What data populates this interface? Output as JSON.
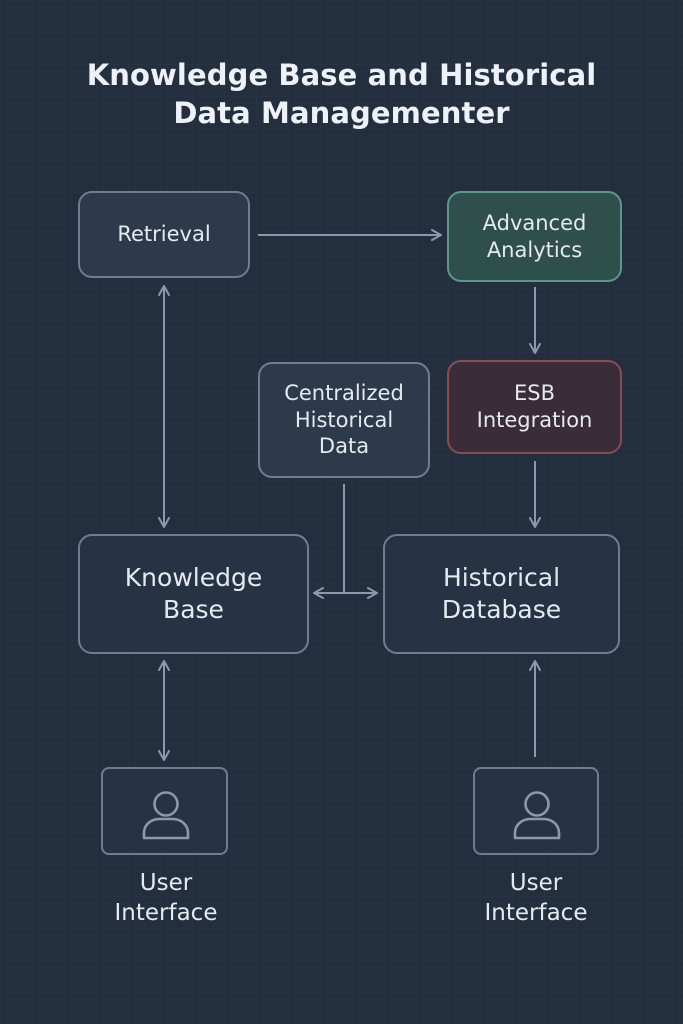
{
  "title": {
    "line1": "Knowledge Base and Historical",
    "line2": "Data Managementer"
  },
  "nodes": {
    "retrieval": {
      "lines": [
        "Retrieval"
      ]
    },
    "advanced_analytics": {
      "lines": [
        "Advanced",
        "Analytics"
      ]
    },
    "esb_integration": {
      "lines": [
        "ESB",
        "Integration"
      ]
    },
    "centralized_historical_data": {
      "lines": [
        "Centralized",
        "Historical",
        "Data"
      ]
    },
    "knowledge_base": {
      "lines": [
        "Knowledge",
        "Base"
      ]
    },
    "historical_database": {
      "lines": [
        "Historical",
        "Database"
      ]
    }
  },
  "user_interfaces": {
    "left": {
      "lines": [
        "User",
        "Interface"
      ],
      "icon": "user-icon"
    },
    "right": {
      "lines": [
        "User",
        "Interface"
      ],
      "icon": "user-icon"
    }
  },
  "colors": {
    "background": "#232f3f",
    "node_border": "#6f7d90",
    "analytics_fill": "#2f4f4c",
    "analytics_border": "#5e9688",
    "esb_fill": "#3b2d37",
    "esb_border": "#8a4c52",
    "arrow": "#8d99aa"
  }
}
